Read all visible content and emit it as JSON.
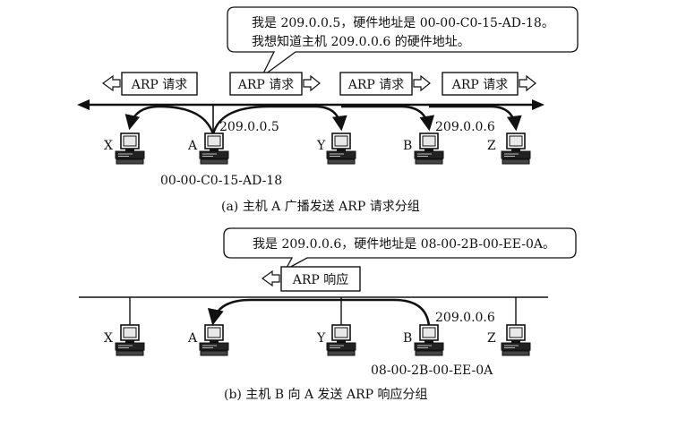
{
  "panel_a": {
    "bubble_line1": "我是 209.0.0.5，硬件地址是 00-00-C0-15-AD-18。",
    "bubble_line2": "我想知道主机 209.0.0.6 的硬件地址。",
    "packet_label": "ARP 请求",
    "hosts": [
      "X",
      "A",
      "Y",
      "B",
      "Z"
    ],
    "ip_a": "209.0.0.5",
    "ip_b": "209.0.0.6",
    "mac_a": "00-00-C0-15-AD-18",
    "caption": "(a) 主机 A 广播发送 ARP 请求分组"
  },
  "panel_b": {
    "bubble_line1": "我是 209.0.0.6，硬件地址是 08-00-2B-00-EE-0A。",
    "packet_label": "ARP 响应",
    "hosts": [
      "X",
      "A",
      "Y",
      "B",
      "Z"
    ],
    "ip_b": "209.0.0.6",
    "mac_b": "08-00-2B-00-EE-0A",
    "caption": "(b) 主机 B 向 A 发送 ARP 响应分组"
  },
  "colors": {
    "ink": "#111111",
    "paper": "#ffffff",
    "screen": "#e8e8e8"
  },
  "icons": [
    "computer-icon",
    "hollow-arrow-icon",
    "speech-bubble"
  ]
}
